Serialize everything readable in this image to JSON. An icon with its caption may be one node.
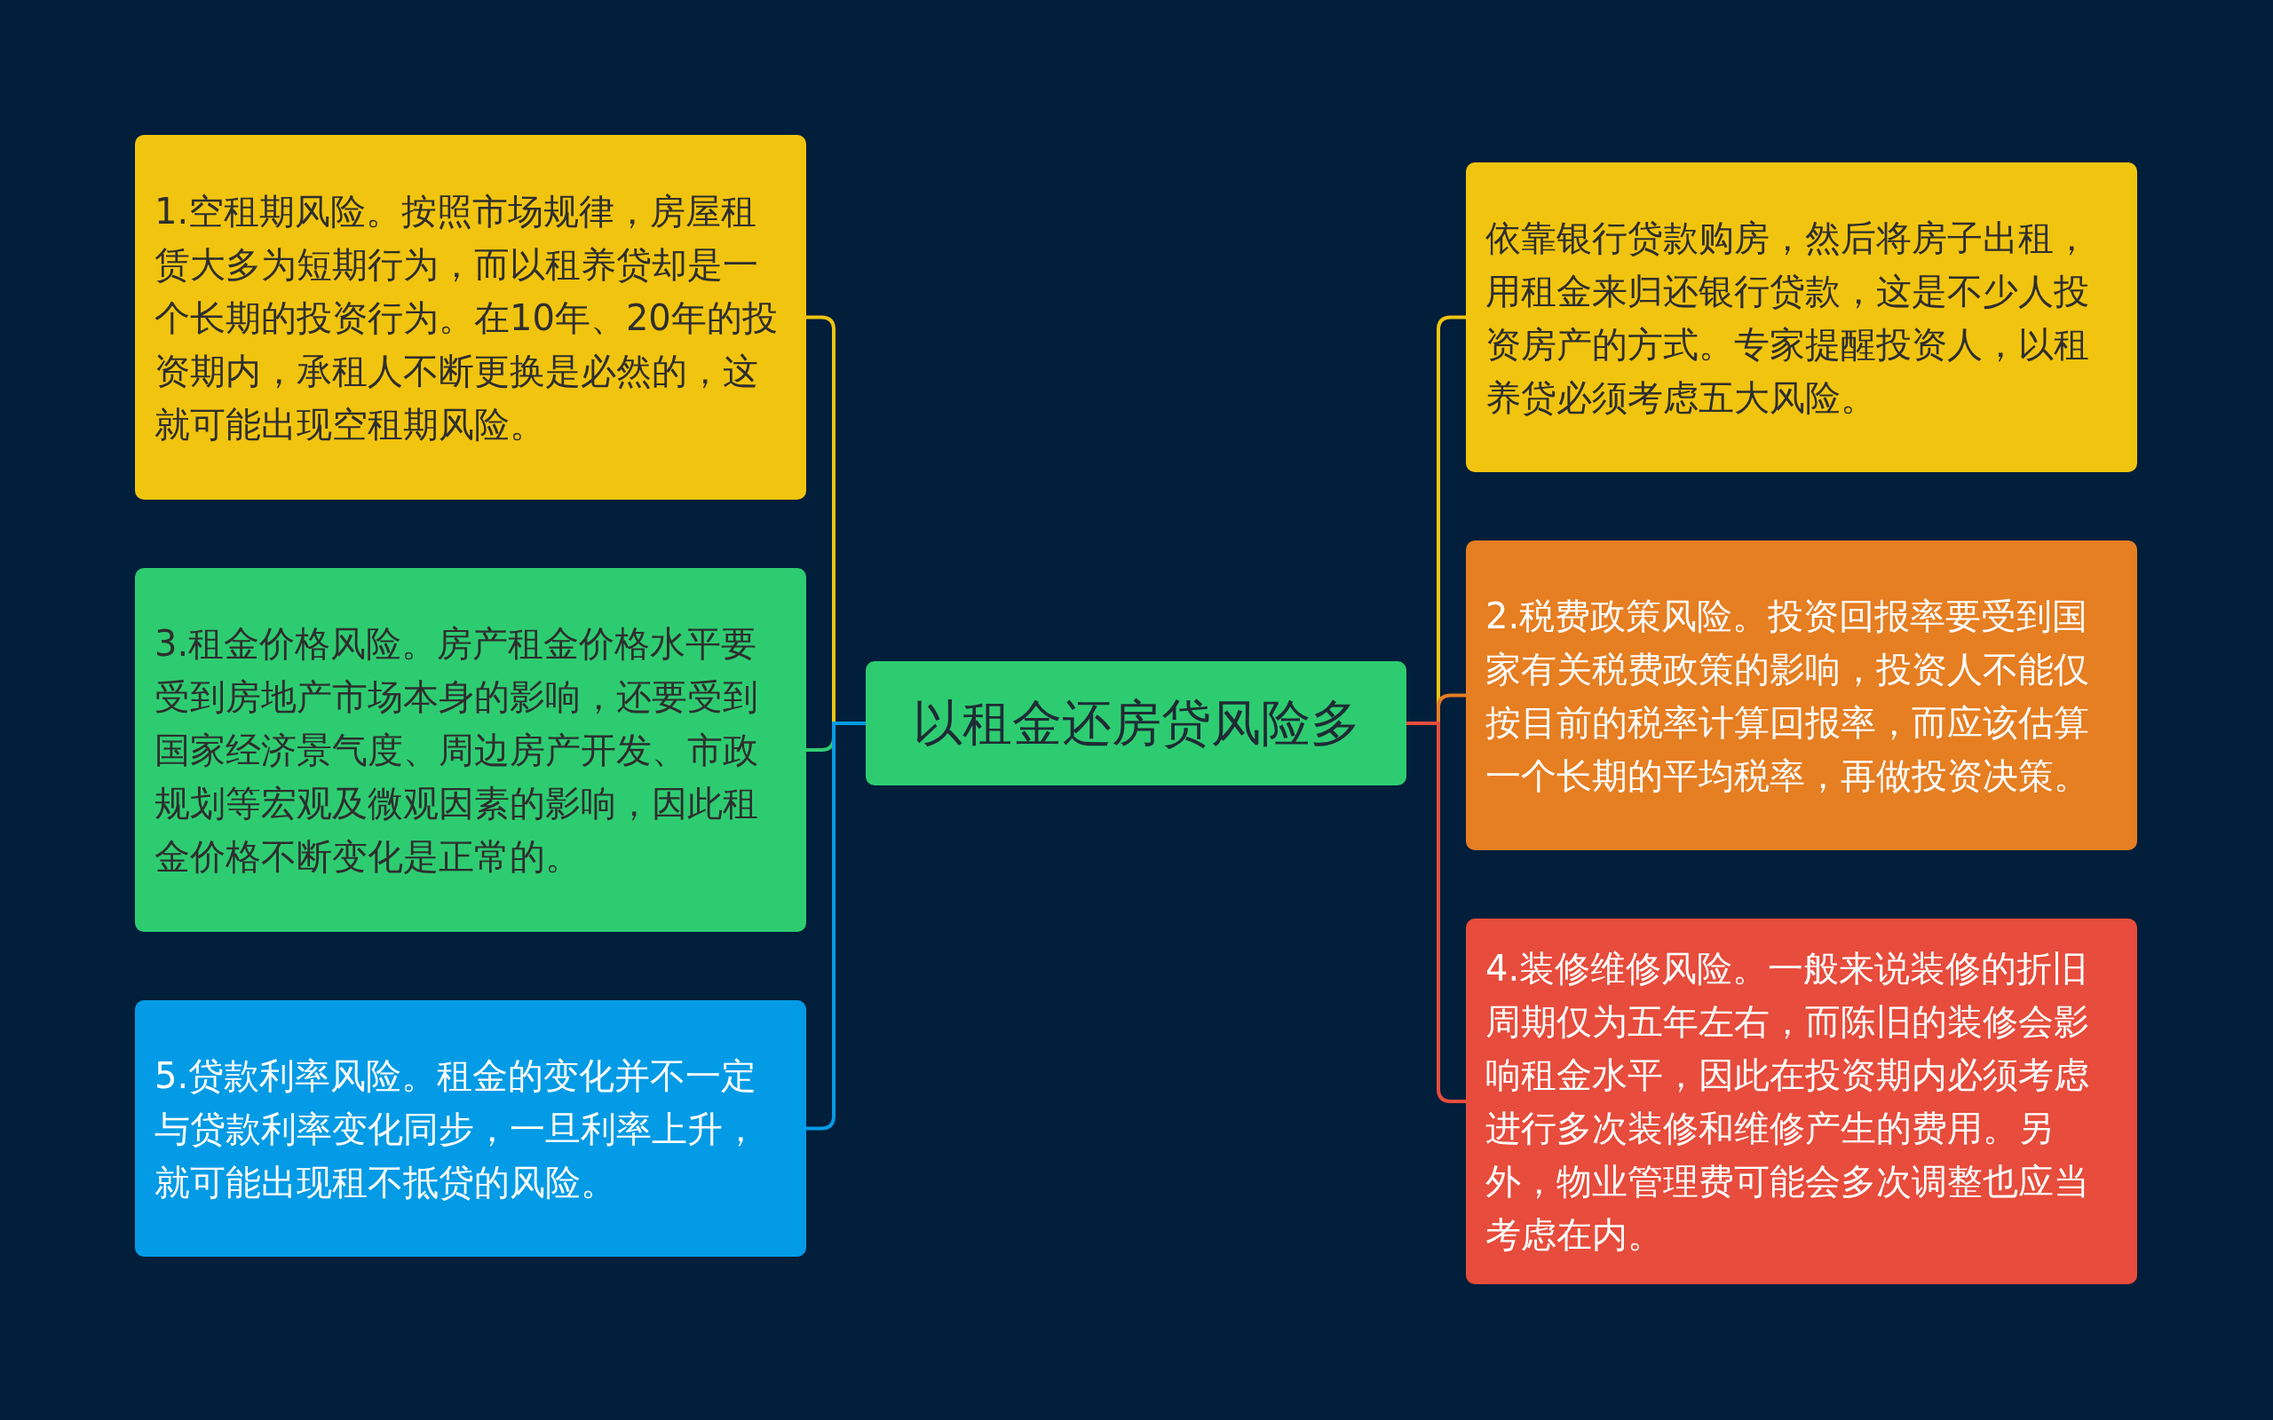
{
  "diagram": {
    "nodes": [
      {
        "text": [
          "以租金还房贷风险多"
        ]
      },
      {
        "text": [
          "1.空租期风险。按照市场规律，房屋租赁大多为短期行为，而以租养贷却是一个长期的投资行为。在10年、20年的投资期内，承租人不断更换是必然的，这就可能出现空租期风险。"
        ]
      },
      {
        "text": [
          "依靠银行贷款购房，然后将房子出租，用租金来归还银行贷款，这是不少人投资房产的方式。专家提醒投资人，以租养贷必须考虑五大风险。"
        ]
      },
      {
        "text": [
          "2.税费政策风险。投资回报率要受到国家有关税费政策的影响，投资人不能仅按目前的税率计算回报率，而应该估算一个长期的平均税率，再做投资决策。"
        ]
      },
      {
        "text": [
          "3.租金价格风险。房产租金价格水平要受到房地产市场本身的影响，还要受到国家经济景气度、周边房产开发、市政规划等宏观及微观因素的影响，因此租金价格不断变化是正常的。"
        ]
      },
      {
        "text": [
          "4.装修维修风险。一般来说装修的折旧周期仅为五年左右，而陈旧的装修会影响租金水平，因此在投资期内必须考虑进行多次装修和维修产生的费用。另外，物业管理费可能会多次调整也应当考虑在内。"
        ]
      },
      {
        "text": [
          "5.贷款利率风险。租金的变化并不一定与贷款利率变化同步，一旦利率上升，就可能出现租不抵贷的风险。"
        ]
      }
    ],
    "edges": [
      {
        "from": 0,
        "to": 1,
        "arrow": "none",
        "color": "#f1c40f"
      },
      {
        "from": 0,
        "to": 2,
        "arrow": "none",
        "color": "#f1c40f"
      },
      {
        "from": 0,
        "to": 3,
        "arrow": "none",
        "color": "#e67e22"
      },
      {
        "from": 0,
        "to": 4,
        "arrow": "none",
        "color": "#2ecc71"
      },
      {
        "from": 0,
        "to": 5,
        "arrow": "none",
        "color": "#e74c3c"
      },
      {
        "from": 0,
        "to": 6,
        "arrow": "none",
        "color": "#039be5"
      }
    ]
  }
}
